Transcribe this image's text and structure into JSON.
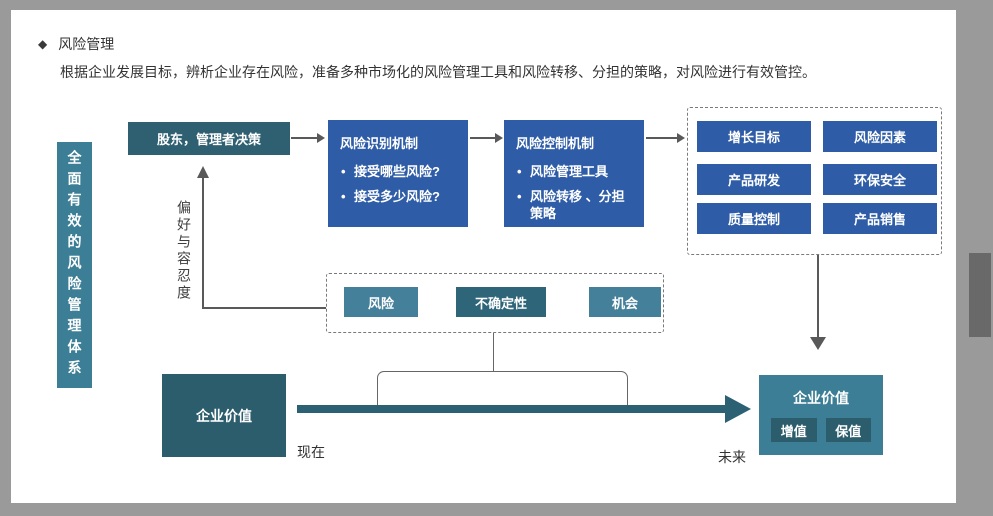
{
  "icons": {
    "diamond": "◆"
  },
  "header": {
    "title": "风险管理",
    "subtitle": "根据企业发展目标，辨析企业存在风险，准备多种市场化的风险管理工具和风险转移、分担的策略，对风险进行有效管控。"
  },
  "diagram": {
    "system_label": "全面有效的风险管理体系",
    "decision_box": "股东，管理者决策",
    "preference_label": "偏好与容忍度",
    "identify_box": {
      "title": "风险识别机制",
      "bullets": [
        "接受哪些风险?",
        "接受多少风险?"
      ]
    },
    "control_box": {
      "title": "风险控制机制",
      "bullets": [
        "风险管理工具",
        "风险转移 、分担策略"
      ]
    },
    "targets": [
      "增长目标",
      "风险因素",
      "产品研发",
      "环保安全",
      "质量控制",
      "产品销售"
    ],
    "factors": [
      "风险",
      "不确定性",
      "机会"
    ],
    "value_now": "企业价值",
    "now_label": "现在",
    "future_label": "未来",
    "value_future": {
      "title": "企业价值",
      "tags": [
        "增值",
        "保值"
      ]
    }
  },
  "colors": {
    "bg": "#9a9a9a",
    "page": "#ffffff",
    "blue": "#2e5ca6",
    "teal-dark": "#2f6072",
    "teal-mid": "#3c7e96",
    "teal-light": "#44809a",
    "teal-deep": "#2e6579",
    "value-dark": "#2c5d6d",
    "arrow-teal": "#2c6173",
    "line": "#595959",
    "dash": "#7a7a7a",
    "text": "#333333",
    "thumb": "#696969"
  }
}
